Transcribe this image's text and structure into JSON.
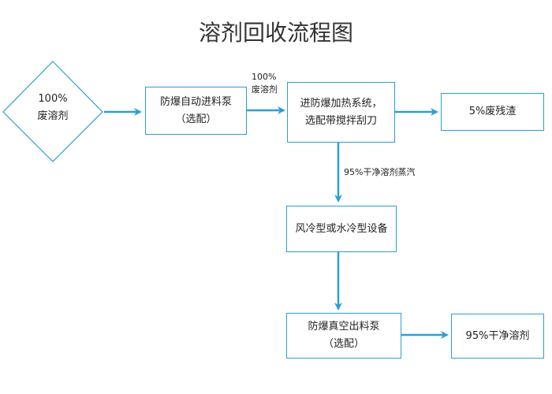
{
  "title": "溶剂回收流程图",
  "colors": {
    "accent": "#2a9fd6",
    "text": "#222222"
  },
  "nodes": {
    "source": {
      "line1": "100%",
      "line2": "废溶剂"
    },
    "pump_in": {
      "line1": "防爆自动进料泵",
      "line2": "（选配）"
    },
    "heater": {
      "line1": "进防爆加热系统，",
      "line2": "选配带搅拌刮刀"
    },
    "residue": {
      "line1": "5%废残渣"
    },
    "cooler": {
      "line1": "风冷型或水冷型设备"
    },
    "pump_out": {
      "line1": "防爆真空出料泵",
      "line2": "（选配）"
    },
    "product": {
      "line1": "95%干净溶剂"
    }
  },
  "edge_labels": {
    "pump_to_heater_line1": "100%",
    "pump_to_heater_line2": "废溶剂",
    "heater_to_cooler": "95%干净溶剂蒸汽"
  }
}
